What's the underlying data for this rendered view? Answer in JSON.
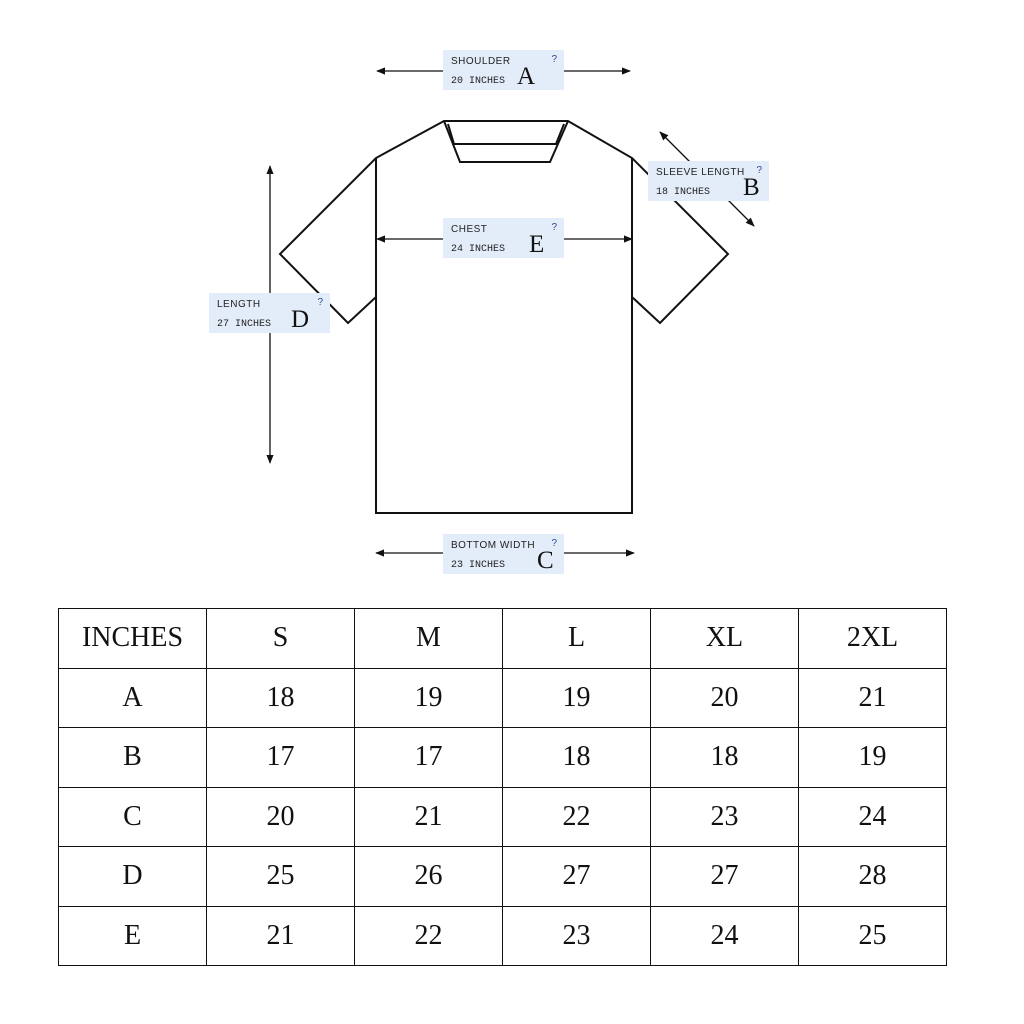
{
  "labels": [
    {
      "id": "shoulder",
      "name": "SHOULDER",
      "value": "20 INCHES",
      "letter": "A",
      "help": "?"
    },
    {
      "id": "sleeve",
      "name": "SLEEVE LENGTH",
      "value": "18 INCHES",
      "letter": "B",
      "help": "?"
    },
    {
      "id": "chest",
      "name": "CHEST",
      "value": "24 INCHES",
      "letter": "E",
      "help": "?"
    },
    {
      "id": "length",
      "name": "LENGTH",
      "value": "27 INCHES",
      "letter": "D",
      "help": "?"
    },
    {
      "id": "bottom",
      "name": "BOTTOM WIDTH",
      "value": "23 INCHES",
      "letter": "C",
      "help": "?"
    }
  ],
  "table": {
    "header": [
      "INCHES",
      "S",
      "M",
      "L",
      "XL",
      "2XL"
    ],
    "rows": [
      [
        "A",
        "18",
        "19",
        "19",
        "20",
        "21"
      ],
      [
        "B",
        "17",
        "17",
        "18",
        "18",
        "19"
      ],
      [
        "C",
        "20",
        "21",
        "22",
        "23",
        "24"
      ],
      [
        "D",
        "25",
        "26",
        "27",
        "27",
        "28"
      ],
      [
        "E",
        "21",
        "22",
        "23",
        "24",
        "25"
      ]
    ]
  },
  "colors": {
    "label_bg": "#e3ecf9",
    "help_mark": "#2a4d8f",
    "line": "#111111"
  }
}
